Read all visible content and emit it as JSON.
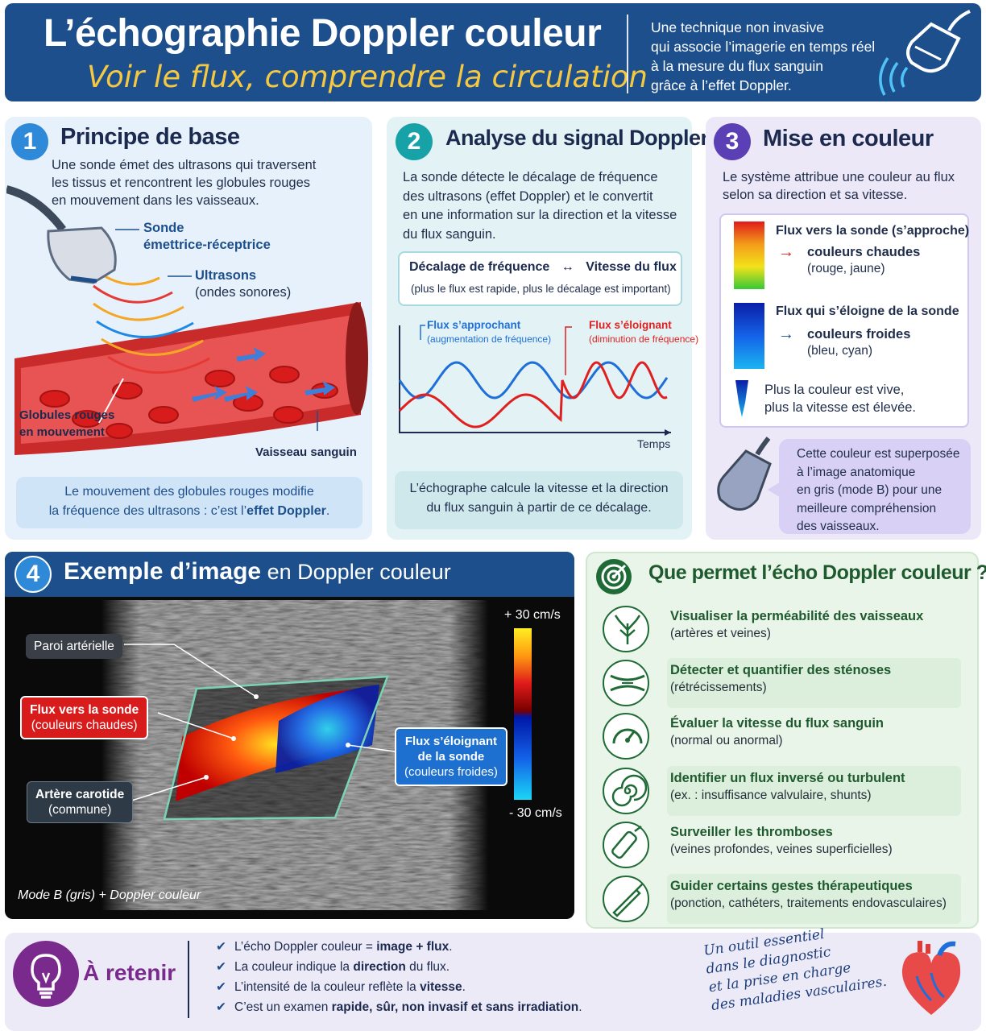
{
  "header": {
    "title": "L’échographie Doppler couleur",
    "subtitle": "Voir le flux, comprendre la circulation",
    "desc": [
      "Une technique non invasive",
      "qui associe l’imagerie en temps réel",
      "à la mesure du flux sanguin",
      "grâce à l’effet Doppler."
    ]
  },
  "s1": {
    "num": "1",
    "title": "Principe de base",
    "text": [
      "Une sonde émet des ultrasons qui traversent",
      "les tissus et rencontrent les globules rouges",
      "en mouvement dans les vaisseaux."
    ],
    "probe_label": [
      "Sonde",
      "émettrice-réceptrice"
    ],
    "us_label": "Ultrasons",
    "us_sub": "(ondes sonores)",
    "rbc_label": [
      "Globules rouges",
      "en mouvement"
    ],
    "vessel_label": "Vaisseau sanguin",
    "note": [
      "Le mouvement des globules rouges modifie",
      "la fréquence des ultrasons : c’est l’",
      "effet Doppler",
      "."
    ]
  },
  "s2": {
    "num": "2",
    "title": "Analyse du signal Doppler",
    "text": [
      "La sonde détecte le décalage de fréquence",
      "des ultrasons (effet Doppler) et le convertit",
      "en une information sur la direction et la vitesse",
      "du flux sanguin."
    ],
    "box_left": "Décalage de fréquence",
    "box_arrow": "↔",
    "box_right": "Vitesse du flux",
    "box_sub": "(plus le flux est rapide, plus le décalage est important)",
    "approach": "Flux s’approchant",
    "approach_sub": "(augmentation de fréquence)",
    "away": "Flux s’éloignant",
    "away_sub": "(diminution de fréquence)",
    "time": "Temps",
    "note": [
      "L’échographe calcule la vitesse et la direction",
      "du flux sanguin à partir de ce décalage."
    ]
  },
  "s3": {
    "num": "3",
    "title": "Mise en couleur",
    "text": [
      "Le système attribue une couleur au flux",
      "selon sa direction et sa vitesse."
    ],
    "toward": "Flux vers la sonde (s’approche)",
    "warm": "couleurs chaudes",
    "warm_sub": "(rouge, jaune)",
    "away": "Flux qui s’éloigne de la sonde",
    "cold": "couleurs froides",
    "cold_sub": "(bleu, cyan)",
    "speed": [
      "Plus la couleur est vive,",
      "plus la vitesse est élevée."
    ],
    "bubble": [
      "Cette couleur est superposée",
      "à l’image anatomique",
      "en gris (mode B) pour une",
      "meilleure compréhension",
      "des vaisseaux."
    ]
  },
  "s4": {
    "num": "4",
    "title_bold": "Exemple d’image",
    "title_rest": " en Doppler couleur",
    "wall": "Paroi artérielle",
    "toward": [
      "Flux vers la sonde",
      "(couleurs chaudes)"
    ],
    "artery": [
      "Artère carotide",
      "(commune)"
    ],
    "away": [
      "Flux s’éloignant",
      "de la sonde",
      "(couleurs froides)"
    ],
    "scale_top": "+ 30 cm/s",
    "scale_bottom": "- 30 cm/s",
    "mode": "Mode B (gris) + Doppler couleur"
  },
  "s5": {
    "title": "Que permet l’écho Doppler couleur ?",
    "items": [
      {
        "title": "Visualiser la perméabilité des vaisseaux",
        "sub": "(artères et veines)",
        "icon": "vessel-tree-icon"
      },
      {
        "title": "Détecter et quantifier des sténoses",
        "sub": "(rétrécissements)",
        "icon": "stenosis-icon"
      },
      {
        "title": "Évaluer la vitesse du flux sanguin",
        "sub": "(normal ou anormal)",
        "icon": "speedometer-icon"
      },
      {
        "title": "Identifier un flux inversé ou turbulent",
        "sub": "(ex. : insuffisance valvulaire, shunts)",
        "icon": "spiral-icon"
      },
      {
        "title": "Surveiller les thromboses",
        "sub": "(veines profondes, veines superficielles)",
        "icon": "probe-icon"
      },
      {
        "title": "Guider certains gestes thérapeutiques",
        "sub": "(ponction, cathéters, traitements endovasculaires)",
        "icon": "needle-icon"
      }
    ]
  },
  "footer": {
    "label": "À retenir",
    "checks": [
      [
        "L’écho Doppler couleur = ",
        "image + flux",
        "."
      ],
      [
        "La couleur indique la ",
        "direction",
        " du flux."
      ],
      [
        "L’intensité de la couleur reflète la ",
        "vitesse",
        "."
      ],
      [
        "C’est un examen ",
        "rapide, sûr, non invasif et sans irradiation",
        "."
      ]
    ],
    "quote": [
      "Un outil essentiel",
      "dans le diagnostic",
      "et la prise en charge",
      "des maladies vasculaires."
    ]
  },
  "colors": {
    "navy": "#1d4f8c",
    "teal": "#1aa3a8",
    "purple": "#5b3fb5",
    "green": "#1f6b36",
    "gold": "#f5c842"
  }
}
